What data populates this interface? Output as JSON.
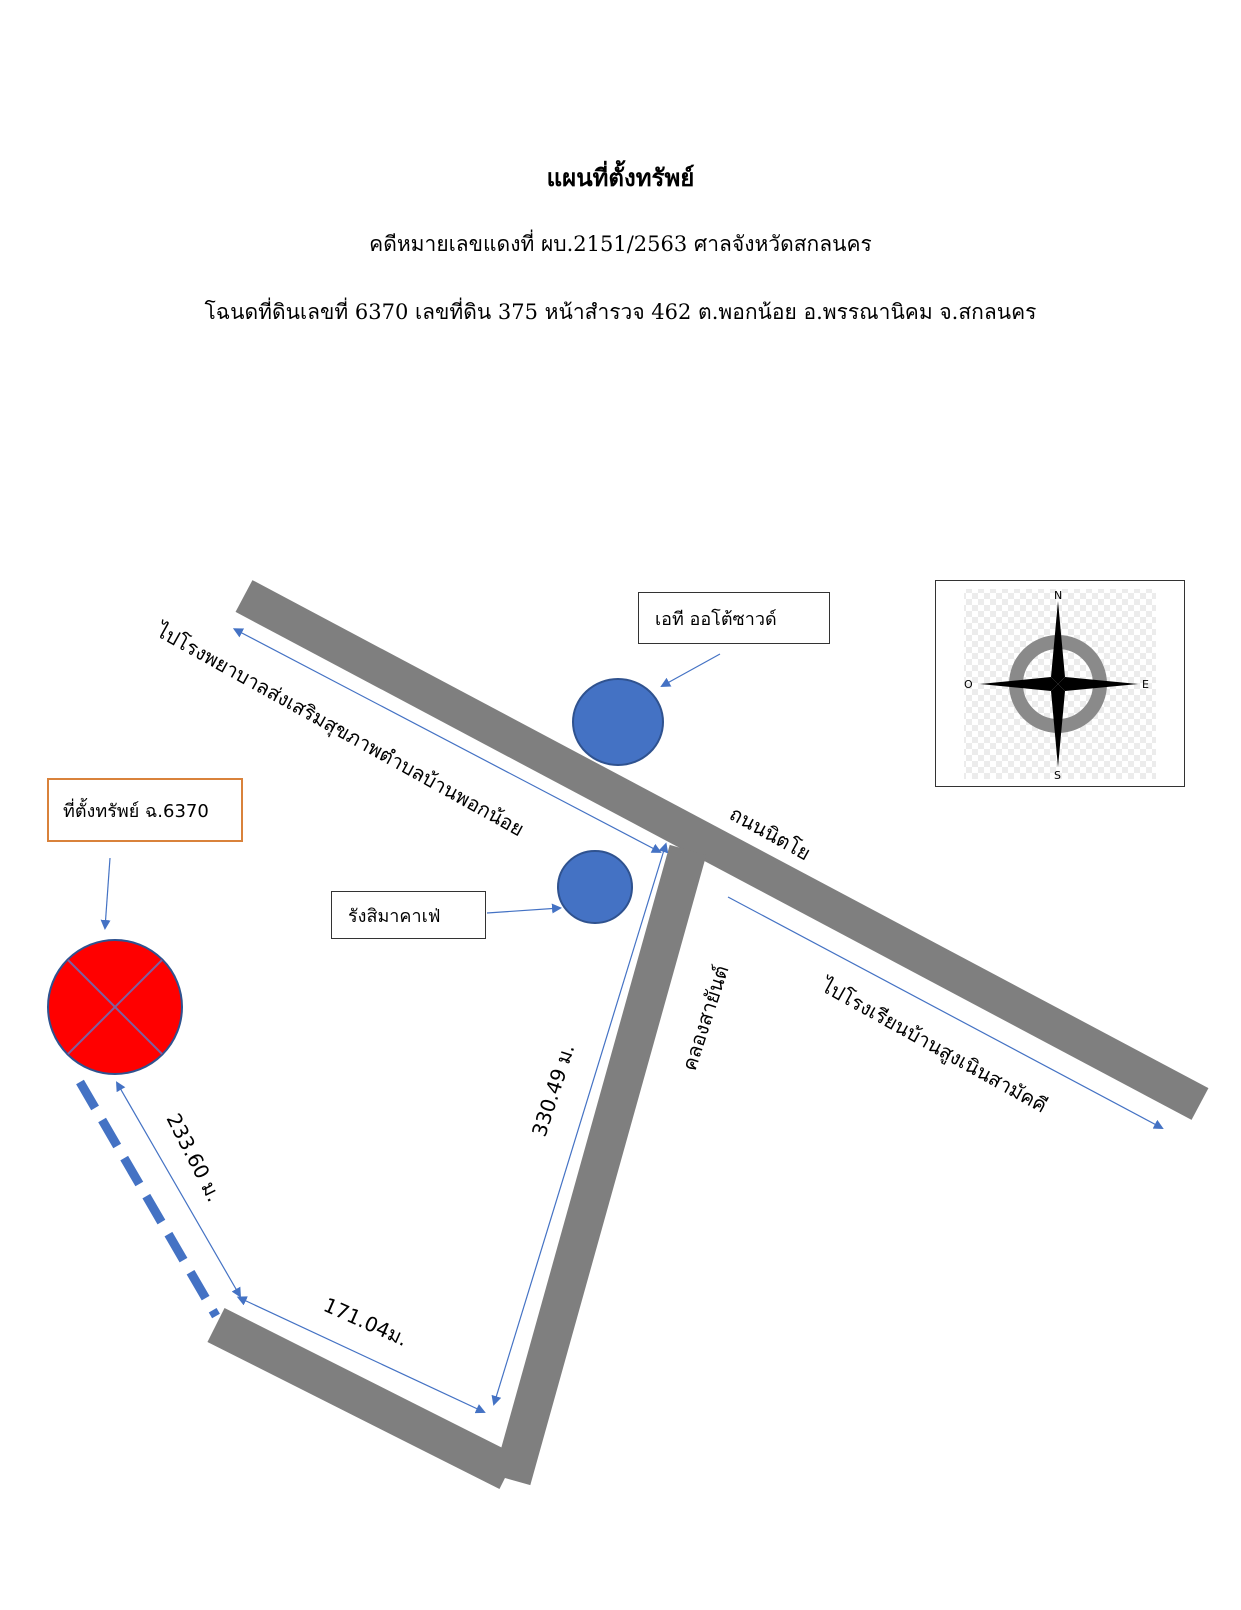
{
  "header": {
    "title": "แผนที่ตั้งทรัพย์",
    "case_line": "คดีหมายเลขแดงที่ ผบ.2151/2563  ศาลจังหวัดสกลนคร",
    "deed_line": "โฉนดที่ดินเลขที่ 6370  เลขที่ดิน 375 หน้าสำรวจ 462  ต.พอกน้อย อ.พรรณานิคม จ.สกลนคร"
  },
  "landmarks": {
    "at_auto": "เอที ออโต้ซาวด์",
    "rangsima_cafe": "รังสิมาคาเฟ่",
    "property": "ที่ตั้งทรัพย์ ฉ.6370"
  },
  "roads": {
    "main_road": "ถนนนิตโย",
    "canal": "คลองสายันต์",
    "to_hospital": "ไปโรงพยาบาลส่งเสริมสุขภาพตำบลบ้านพอกน้อย",
    "to_school": "ไปโรงเรียนบ้านสูงเนินสามัคคี"
  },
  "distances": {
    "d1": "330.49 ม.",
    "d2": "171.04ม.",
    "d3": "233.60 ม."
  },
  "compass": {
    "n": "N",
    "s": "S",
    "e": "E",
    "w": "O"
  },
  "colors": {
    "road": "#7f7f7f",
    "landmark": "#4472c4",
    "property": "#ff0000",
    "arrow": "#4472c4",
    "property_box_border": "#d9823b"
  }
}
